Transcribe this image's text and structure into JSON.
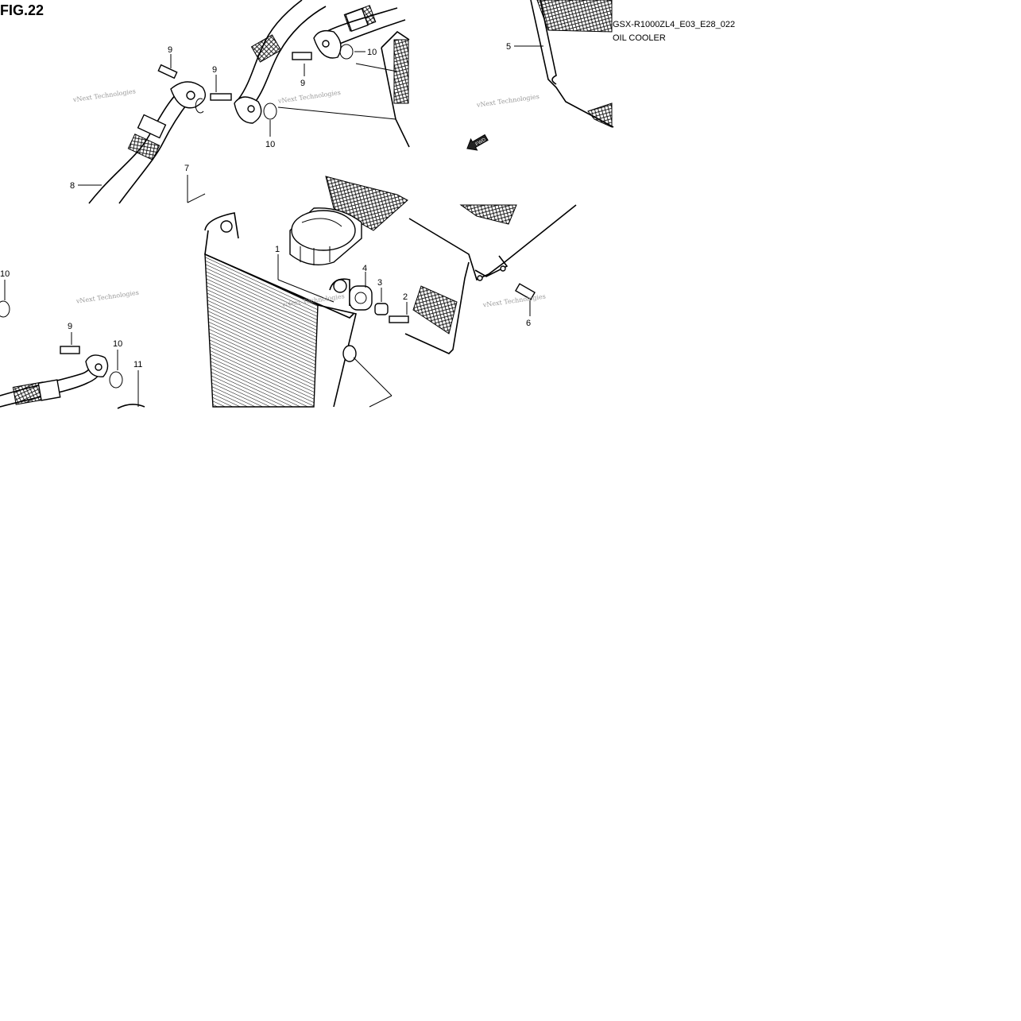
{
  "figure": {
    "label": "FIG.22",
    "code": "GSX-R1000ZL4_E03_E28_022",
    "title": "OIL COOLER"
  },
  "watermark": {
    "text": "vNext Technologies"
  },
  "callouts": {
    "c1": "1",
    "c2": "2",
    "c3": "3",
    "c4": "4",
    "c5": "5",
    "c6": "6",
    "c7": "7",
    "c8": "8",
    "c9a": "9",
    "c9b": "9",
    "c9c": "9",
    "c9d": "9",
    "c10a": "10",
    "c10b": "10",
    "c10c": "10",
    "c10d": "10",
    "c11": "11"
  },
  "arrow_label": "FWD"
}
